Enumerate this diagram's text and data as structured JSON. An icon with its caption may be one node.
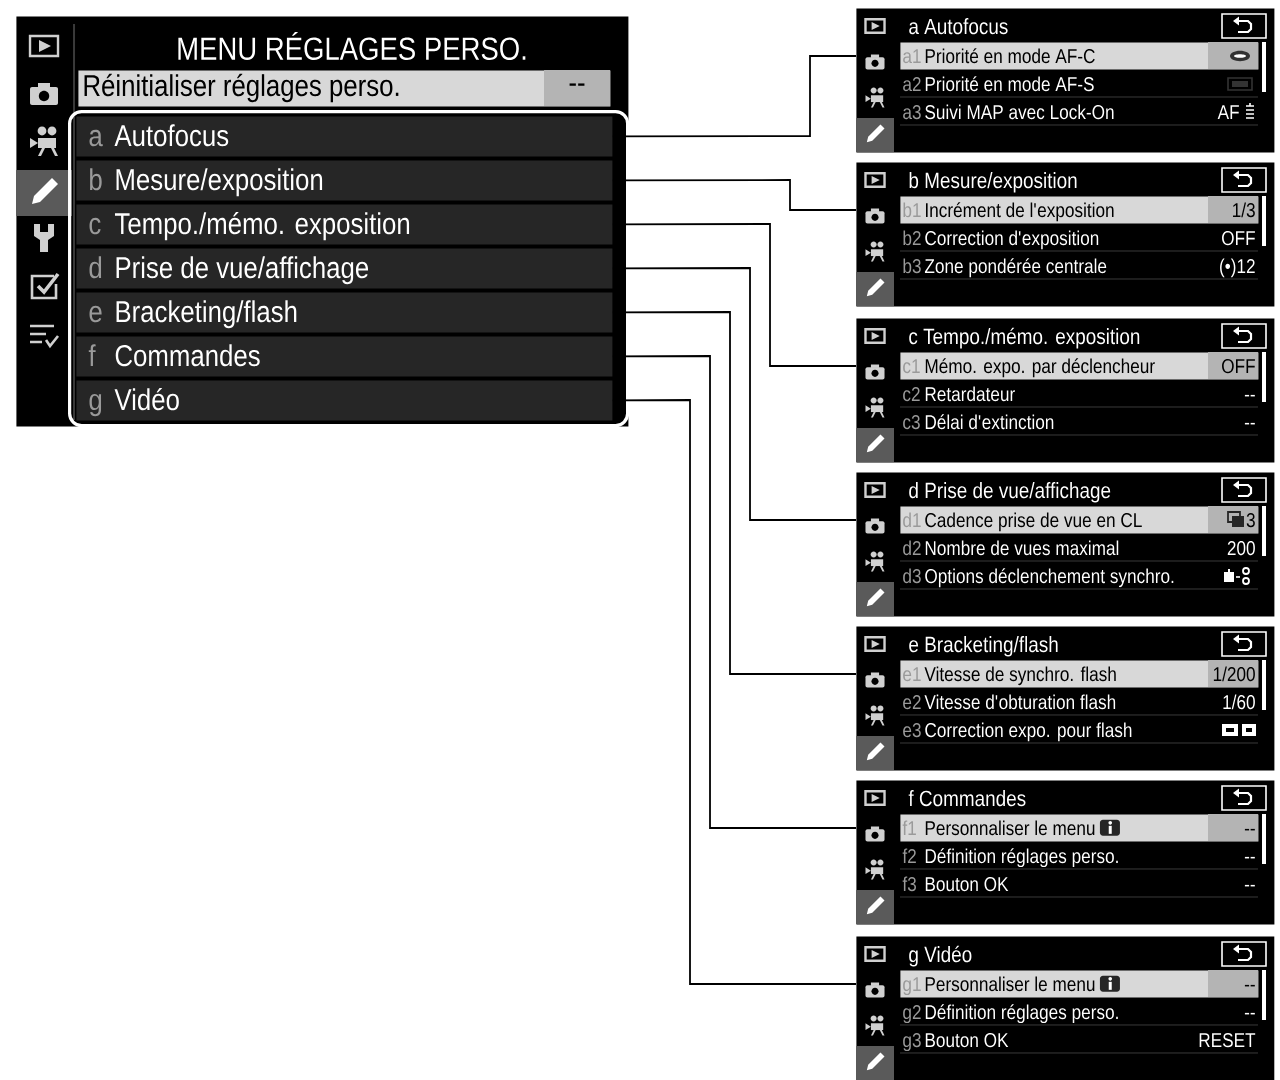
{
  "diagram": {
    "nodes": [
      {
        "text": [
          "MENU RÉGLAGES PERSO."
        ]
      },
      {
        "text": [
          "Réinitialiser réglages perso.",
          "--"
        ],
        "in": 0
      },
      {
        "text": [],
        "shape": "box",
        "in": 0
      },
      {
        "text": [
          "a",
          "Autofocus"
        ],
        "in": 2
      },
      {
        "text": [
          "b",
          "Mesure/exposition"
        ],
        "in": 2
      },
      {
        "text": [
          "c",
          "Tempo./mémo. exposition"
        ],
        "in": 2
      },
      {
        "text": [
          "d",
          "Prise de vue/affichage"
        ],
        "in": 2
      },
      {
        "text": [
          "e",
          "Bracketing/flash"
        ],
        "in": 2
      },
      {
        "text": [
          "f",
          "Commandes"
        ],
        "in": 2
      },
      {
        "text": [
          "g",
          "Vidéo"
        ],
        "in": 2
      },
      {
        "text": [
          "a",
          "Autofocus"
        ]
      },
      {
        "text": [
          "a1",
          "Priorité en mode AF-C"
        ],
        "in": 10
      },
      {
        "text": [
          "a2",
          "Priorité en mode AF-S"
        ],
        "in": 10
      },
      {
        "text": [
          "a3",
          "Suivi MAP avec Lock-On",
          "AF"
        ],
        "in": 10
      },
      {
        "text": [
          "b",
          "Mesure/exposition"
        ]
      },
      {
        "text": [
          "b1",
          "Incrément de l'exposition",
          "1/3"
        ],
        "in": 14
      },
      {
        "text": [
          "b2",
          "Correction d'exposition",
          "OFF"
        ],
        "in": 14
      },
      {
        "text": [
          "b3",
          "Zone pondérée centrale",
          "(•)12"
        ],
        "in": 14
      },
      {
        "text": [
          "c",
          "Tempo./mémo. exposition"
        ]
      },
      {
        "text": [
          "c1",
          "Mémo. expo. par déclencheur",
          "OFF"
        ],
        "in": 18
      },
      {
        "text": [
          "c2",
          "Retardateur",
          "--"
        ],
        "in": 18
      },
      {
        "text": [
          "c3",
          "Délai d'extinction",
          "--"
        ],
        "in": 18
      },
      {
        "text": [
          "d",
          "Prise de vue/affichage"
        ]
      },
      {
        "text": [
          "d1",
          "Cadence prise de vue en CL",
          "3"
        ],
        "in": 22
      },
      {
        "text": [
          "d2",
          "Nombre de vues maximal",
          "200"
        ],
        "in": 22
      },
      {
        "text": [
          "d3",
          "Options déclenchement synchro."
        ],
        "in": 22
      },
      {
        "text": [
          "e",
          "Bracketing/flash"
        ]
      },
      {
        "text": [
          "e1",
          "Vitesse de synchro. flash",
          "1/200"
        ],
        "in": 26
      },
      {
        "text": [
          "e2",
          "Vitesse d'obturation flash",
          "1/60"
        ],
        "in": 26
      },
      {
        "text": [
          "e3",
          "Correction expo. pour flash"
        ],
        "in": 26
      },
      {
        "text": [
          "f",
          "Commandes"
        ]
      },
      {
        "text": [
          "f1",
          "Personnaliser le menu",
          "--"
        ],
        "in": 30
      },
      {
        "text": [
          "f2",
          "Définition réglages perso.",
          "--"
        ],
        "in": 30
      },
      {
        "text": [
          "f3",
          "Bouton OK",
          "--"
        ],
        "in": 30
      },
      {
        "text": [
          "g",
          "Vidéo"
        ]
      },
      {
        "text": [
          "g1",
          "Personnaliser le menu",
          "--"
        ],
        "in": 34
      },
      {
        "text": [
          "g2",
          "Définition réglages perso.",
          "--"
        ],
        "in": 34
      },
      {
        "text": [
          "g3",
          "Bouton OK",
          "RESET"
        ],
        "in": 34
      }
    ],
    "edges": [
      {
        "from": 3,
        "to": 10,
        "arrow": "none"
      },
      {
        "from": 4,
        "to": 14,
        "arrow": "none"
      },
      {
        "from": 5,
        "to": 18,
        "arrow": "none"
      },
      {
        "from": 6,
        "to": 22,
        "arrow": "none"
      },
      {
        "from": 7,
        "to": 26,
        "arrow": "none"
      },
      {
        "from": 8,
        "to": 30,
        "arrow": "none"
      },
      {
        "from": 9,
        "to": 34,
        "arrow": "none"
      }
    ]
  }
}
